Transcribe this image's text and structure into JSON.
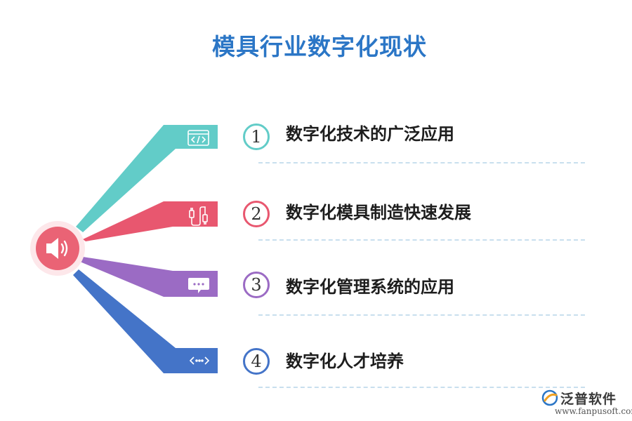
{
  "title": "模具行业数字化现状",
  "center_icon": "speaker-icon",
  "items": [
    {
      "number": "1",
      "label": "数字化技术的广泛应用",
      "color": "#62ccc8",
      "icon": "code-window-icon"
    },
    {
      "number": "2",
      "label": "数字化模具制造快速发展",
      "color": "#e8576f",
      "icon": "cable-plugs-icon"
    },
    {
      "number": "3",
      "label": "数字化管理系统的应用",
      "color": "#9b6bc4",
      "icon": "chat-bubble-icon"
    },
    {
      "number": "4",
      "label": "数字化人才培养",
      "color": "#4474c8",
      "icon": "code-arrows-icon"
    }
  ],
  "logo": {
    "name": "泛普软件",
    "url": "www.fanpusoft.com"
  }
}
